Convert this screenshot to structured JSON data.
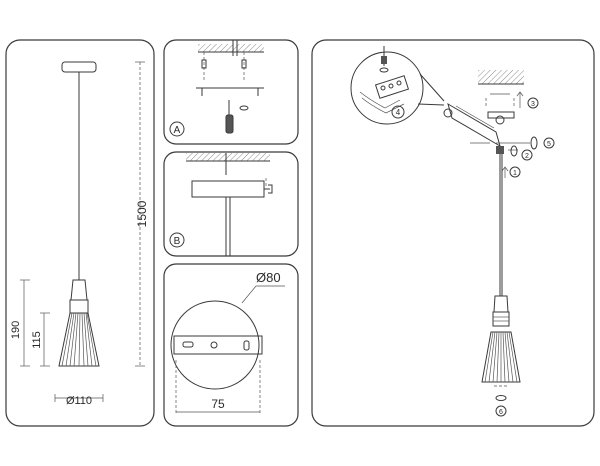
{
  "panels": {
    "overview": {
      "dim_height": "1500",
      "dim_shade_h": "190",
      "dim_shade_inner": "115",
      "dim_width": "Ø110"
    },
    "detail_a": {
      "label": "A"
    },
    "detail_b": {
      "label": "B"
    },
    "canopy_detail": {
      "diameter": "Ø80",
      "width": "75"
    },
    "install": {
      "steps": [
        "1",
        "2",
        "3",
        "4",
        "5",
        "6"
      ]
    }
  },
  "colors": {
    "line": "#3a3a3a",
    "fill_dark": "#555555",
    "hatch": "#8a8a8a"
  }
}
